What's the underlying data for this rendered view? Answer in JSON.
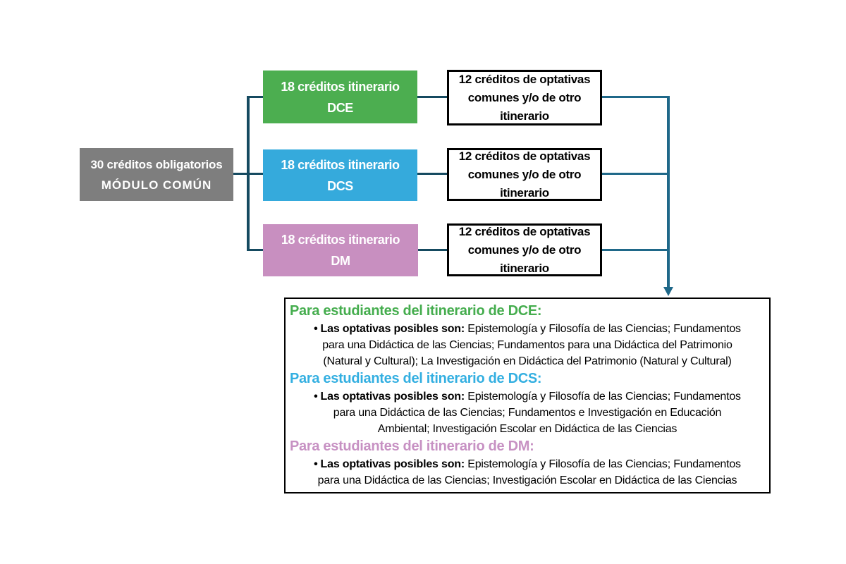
{
  "palette": {
    "box_gray": "#7e7e7e",
    "box_green": "#4cae50",
    "box_blue": "#35aadc",
    "box_pink": "#c88fc0",
    "white_box_border": "#000000",
    "detail_box_border": "#000000",
    "heading_green": "#45ad4e",
    "heading_blue": "#33afe1",
    "heading_pink": "#c791c3",
    "connector_left": "#154a60",
    "connector_right": "#1f6889"
  },
  "modulo_comun": {
    "line1": "30 créditos obligatorios",
    "line2": "MÓDULO COMÚN"
  },
  "itineraries": [
    {
      "label": "18 créditos itinerario",
      "code": "DCE"
    },
    {
      "label": "18 créditos itinerario",
      "code": "DCS"
    },
    {
      "label": "18 créditos itinerario",
      "code": "DM"
    }
  ],
  "optativas_boxes": [
    {
      "line1": "12 créditos de optativas",
      "line2": "comunes y/o de otro",
      "line3": "itinerario"
    },
    {
      "line1": "12 créditos de optativas",
      "line2": "comunes y/o de otro",
      "line3": "itinerario"
    },
    {
      "line1": "12 créditos de optativas",
      "line2": "comunes y/o de otro",
      "line3": "itinerario"
    }
  ],
  "detail_box": {
    "sections": [
      {
        "code": "DCE",
        "heading": "Para estudiantes del itinerario de DCE:",
        "bullet": "•",
        "intro_bold": "Las optativas posibles son:",
        "line1_rest": "Epistemología y Filosofía de las Ciencias; Fundamentos",
        "line2": "para una Didáctica de las Ciencias; Fundamentos para una Didáctica del Patrimonio",
        "line3": "(Natural y Cultural); La Investigación en Didáctica del Patrimonio (Natural y Cultural)"
      },
      {
        "code": "DCS",
        "heading": "Para estudiantes del itinerario de DCS:",
        "bullet": "•",
        "intro_bold": "Las optativas posibles son:",
        "line1_rest": "Epistemología y Filosofía de las Ciencias; Fundamentos",
        "line2": "para una Didáctica de las Ciencias; Fundamentos e Investigación en Educación",
        "line3": "Ambiental; Investigación Escolar en Didáctica de las Ciencias"
      },
      {
        "code": "DM",
        "heading": "Para estudiantes del itinerario de DM:",
        "bullet": "•",
        "intro_bold": "Las optativas posibles son:",
        "line1_rest": "Epistemología y Filosofía de las Ciencias; Fundamentos",
        "line2": "para una Didáctica de las Ciencias; Investigación Escolar en Didáctica de las Ciencias"
      }
    ]
  }
}
